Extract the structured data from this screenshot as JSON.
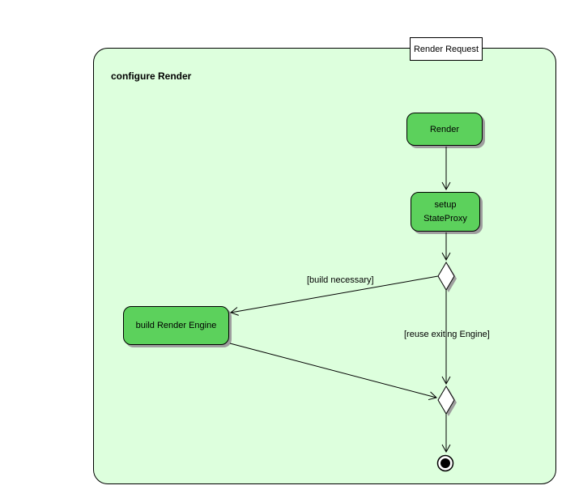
{
  "diagram": {
    "frame": {
      "title": "Render Request"
    },
    "partition": {
      "label": "configure Render"
    },
    "nodes": {
      "render": {
        "label": "Render"
      },
      "setup_state_proxy": {
        "line1": "setup",
        "line2": "StateProxy"
      },
      "build_render_engine": {
        "label": "build Render Engine"
      }
    },
    "edge_labels": {
      "build_necessary": "[build necessary]",
      "reuse_existing": "[reuse exiting Engine]"
    },
    "colors": {
      "canvas_bg": "#ffffff",
      "partition_fill": "#ddffdd",
      "action_fill": "#5cd15c",
      "shadow": "#9e9e9e",
      "stroke": "#000000"
    }
  }
}
